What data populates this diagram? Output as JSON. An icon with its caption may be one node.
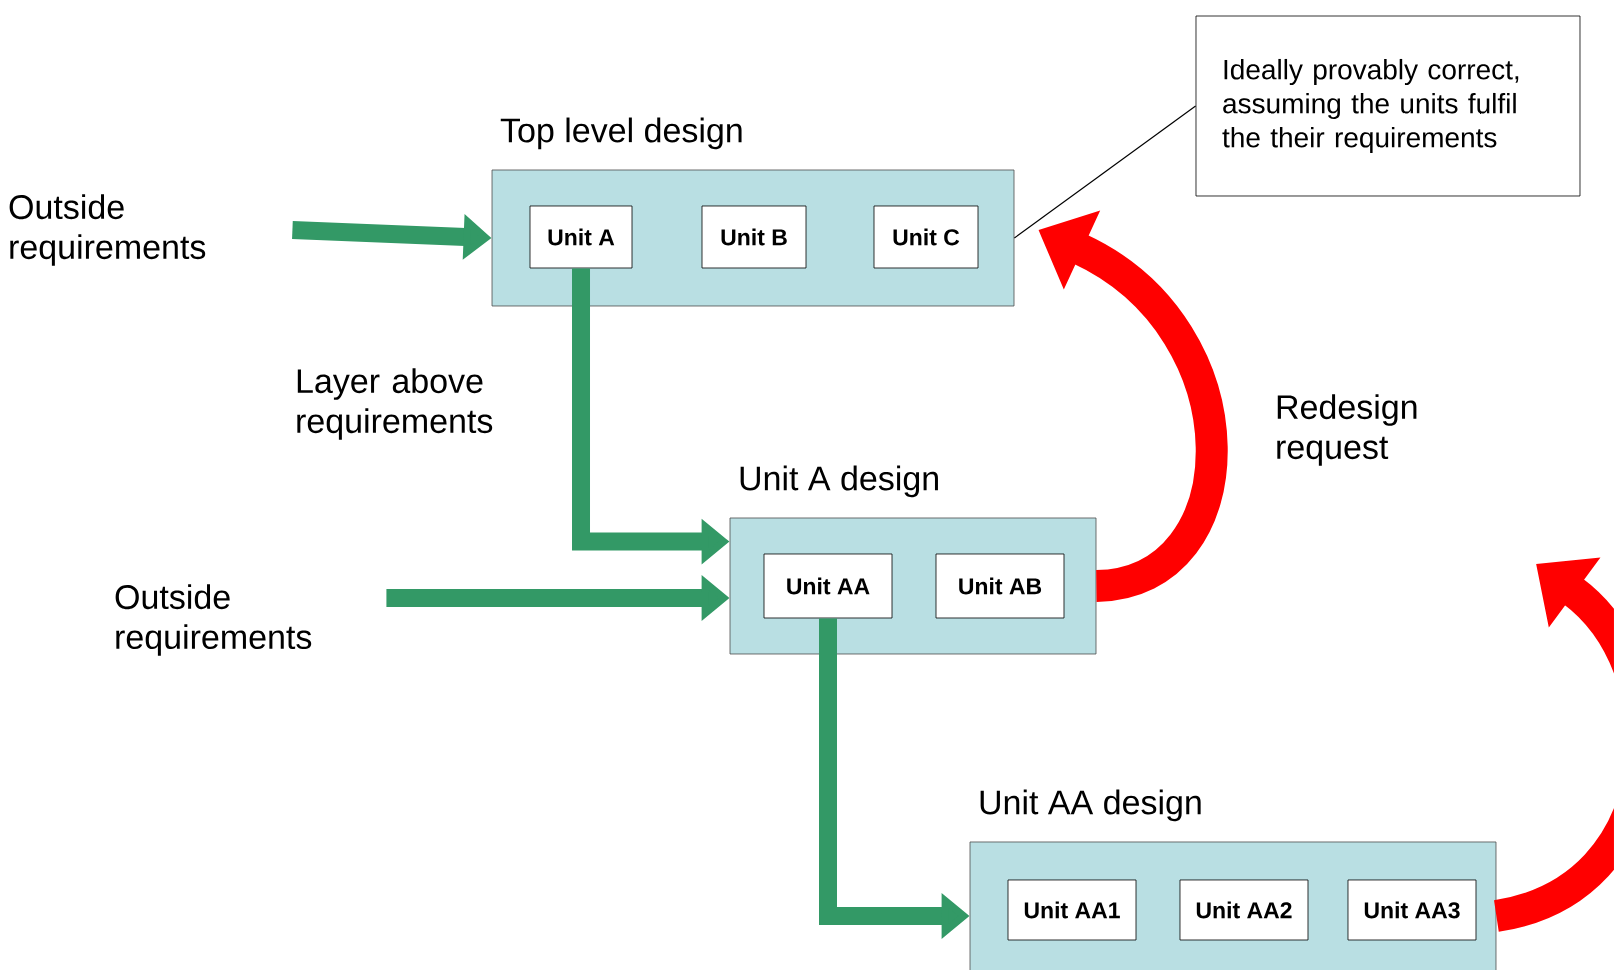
{
  "diagram": {
    "nodes": [
      {
        "text": [
          "Top level design"
        ]
      },
      {
        "text": [
          "Unit A"
        ],
        "in": 0
      },
      {
        "text": [
          "Unit B"
        ],
        "in": 0
      },
      {
        "text": [
          "Unit C"
        ],
        "in": 0
      },
      {
        "text": [
          "Outside requirements"
        ]
      },
      {
        "text": [
          "Ideally provably correct, assuming the units fulfil the their requirements"
        ]
      },
      {
        "text": [
          "Unit A design"
        ]
      },
      {
        "text": [
          "Unit AA"
        ],
        "in": 6
      },
      {
        "text": [
          "Unit AB"
        ],
        "in": 6
      },
      {
        "text": [
          "Outside requirements"
        ]
      },
      {
        "text": [
          "Unit AA design"
        ]
      },
      {
        "text": [
          "Unit AA1"
        ],
        "in": 10
      },
      {
        "text": [
          "Unit AA2"
        ],
        "in": 10
      },
      {
        "text": [
          "Unit AA3"
        ],
        "in": 10
      }
    ],
    "edges": [
      {
        "from": 4,
        "to": 0,
        "arrow": "to"
      },
      {
        "from": 1,
        "to": 6,
        "arrow": "to",
        "label": "Layer above requirements"
      },
      {
        "from": 9,
        "to": 6,
        "arrow": "to"
      },
      {
        "from": 7,
        "to": 10,
        "arrow": "to"
      },
      {
        "from": 5,
        "to": 0,
        "arrow": "none",
        "color": "#000000"
      },
      {
        "from": 6,
        "to": 0,
        "arrow": "to",
        "color": "#ff0000",
        "label": "Redesign request"
      },
      {
        "from": 10,
        "to": null,
        "arrow": "to",
        "color": "#ff0000"
      }
    ]
  }
}
